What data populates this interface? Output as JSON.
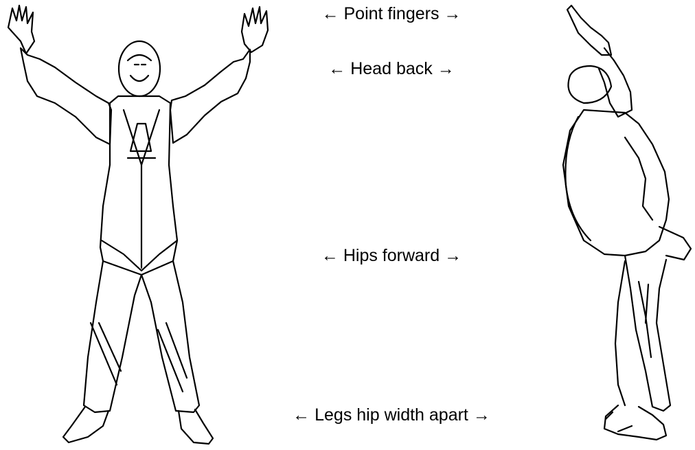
{
  "labels": {
    "point_fingers": "← Point fingers →",
    "head_back": "← Head back →",
    "hips_forward": "← Hips forward →",
    "legs_apart": "← Legs hip width apart →"
  },
  "figures": {
    "front": "front-view-figure",
    "side": "side-view-figure"
  },
  "colors": {
    "line": "#000000",
    "background": "#ffffff"
  }
}
